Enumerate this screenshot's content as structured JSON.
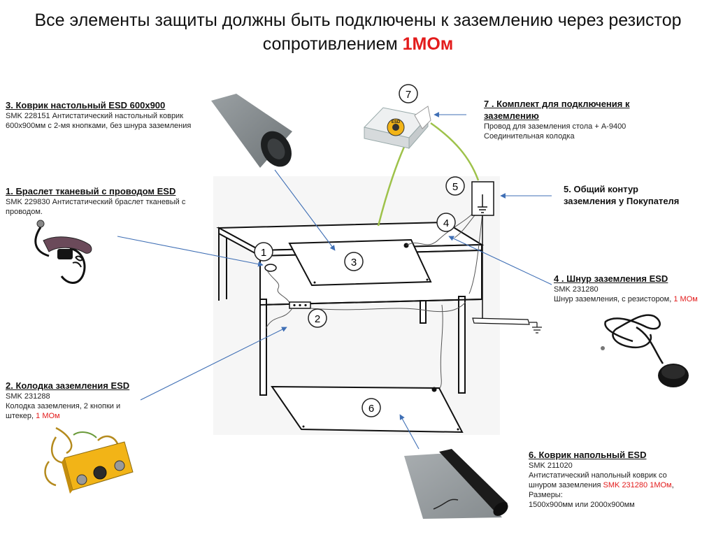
{
  "title": {
    "line1": "Все элементы защиты должны быть подключены к заземлению через резистор",
    "line2a": "сопротивлением ",
    "line2b": "1МОм"
  },
  "items": {
    "mat_table": {
      "num": "3",
      "heading": "3.  Коврик настольный  ESD  600х900",
      "line1": "SMK 228151 Антистатический настольный коврик",
      "line2": "600х900мм с 2-мя кнопками, без шнура заземления"
    },
    "bracelet": {
      "num": "1",
      "heading": "1. Браслет тканевый с проводом ESD",
      "line1": "SMK 229830 Антистатический браслет тканевый с",
      "line2": "проводом."
    },
    "block": {
      "num": "2",
      "heading": "2. Колодка  заземления  ESD",
      "line1": "SMK 231288",
      "line2": "Колодка заземления, 2 кнопки и",
      "line3a": "штекер, ",
      "line3b": "1 МОм"
    },
    "kit": {
      "num": "7",
      "heading1": "7 .  Комплект  для  подключения  к",
      "heading2": "заземлению",
      "line1": "Провод для заземления стола +  А-9400",
      "line2": "Соединительная колодка",
      "box_text": "ESD"
    },
    "contour": {
      "num": "5",
      "heading1": "5. Общий контур",
      "heading2": "заземления у Покупателя"
    },
    "cord": {
      "num": "4",
      "heading": "4 .  Шнур  заземления  ESD",
      "line1": "SMK 231280",
      "line2a": "Шнур заземления, с резистором, ",
      "line2b": "1 МОм"
    },
    "floor_mat": {
      "num": "6",
      "heading": "6.  Коврик  напольный  ESD",
      "line1": "SMK 211020",
      "line2": "Антистатический напольный коврик со",
      "line3a": "шнуром заземления ",
      "line3b": "SMK 231280 1МОм",
      "line3c": ",",
      "line4": "Размеры:",
      "line5": "1500х900мм  или 2000х900мм"
    }
  },
  "colors": {
    "accent_red": "#e31b1b",
    "arrow_blue": "#3f6fb5",
    "wire_green": "#9ec24a",
    "mat_grey": "#8e9396",
    "block_yellow": "#f2b417"
  }
}
